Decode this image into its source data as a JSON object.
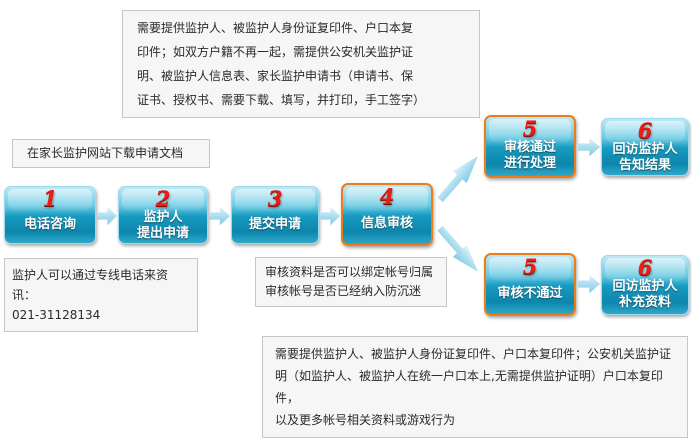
{
  "colors": {
    "box_gradient_top": "#bfe9f5",
    "box_gradient_bottom": "#0d86ad",
    "highlight_border": "#ee7d18",
    "step_number_red": "#ef1c12",
    "arrow_blue": "#a6dbee",
    "callout_bg": "#f6f6f6",
    "callout_border": "#c6c6c6"
  },
  "steps": [
    {
      "num": "1",
      "label": "电话咨询"
    },
    {
      "num": "2",
      "label": "监护人\n提出申请"
    },
    {
      "num": "3",
      "label": "提交申请"
    },
    {
      "num": "4",
      "label": "信息审核"
    },
    {
      "num": "5",
      "label": "审核通过\n进行处理"
    },
    {
      "num": "6",
      "label": "回访监护人\n告知结果"
    },
    {
      "num": "5",
      "label": "审核不通过"
    },
    {
      "num": "6",
      "label": "回访监护人\n补充资料"
    }
  ],
  "callouts": {
    "top": "需要提供监护人、被监护人身份证复印件、户口本复\n印件；如双方户籍不再一起，需提供公安机关监护证\n明、被监护人信息表、家长监护申请书（申请书、保\n证书、授权书、需要下载、填写，并打印，手工签字）",
    "download": "在家长监护网站下载申请文档",
    "phone": "监护人可以通过专线电话来资讯：\n021-31128134",
    "review": "审核资料是否可以绑定帐号归属\n审核帐号是否已经纳入防沉迷",
    "bottom": "需要提供监护人、被监护人身份证复印件、户口本复印件；公安机关监护证\n明（如监护人、被监护人在统一户口本上,无需提供监护证明）户口本复印件，\n以及更多帐号相关资料或游戏行为"
  }
}
